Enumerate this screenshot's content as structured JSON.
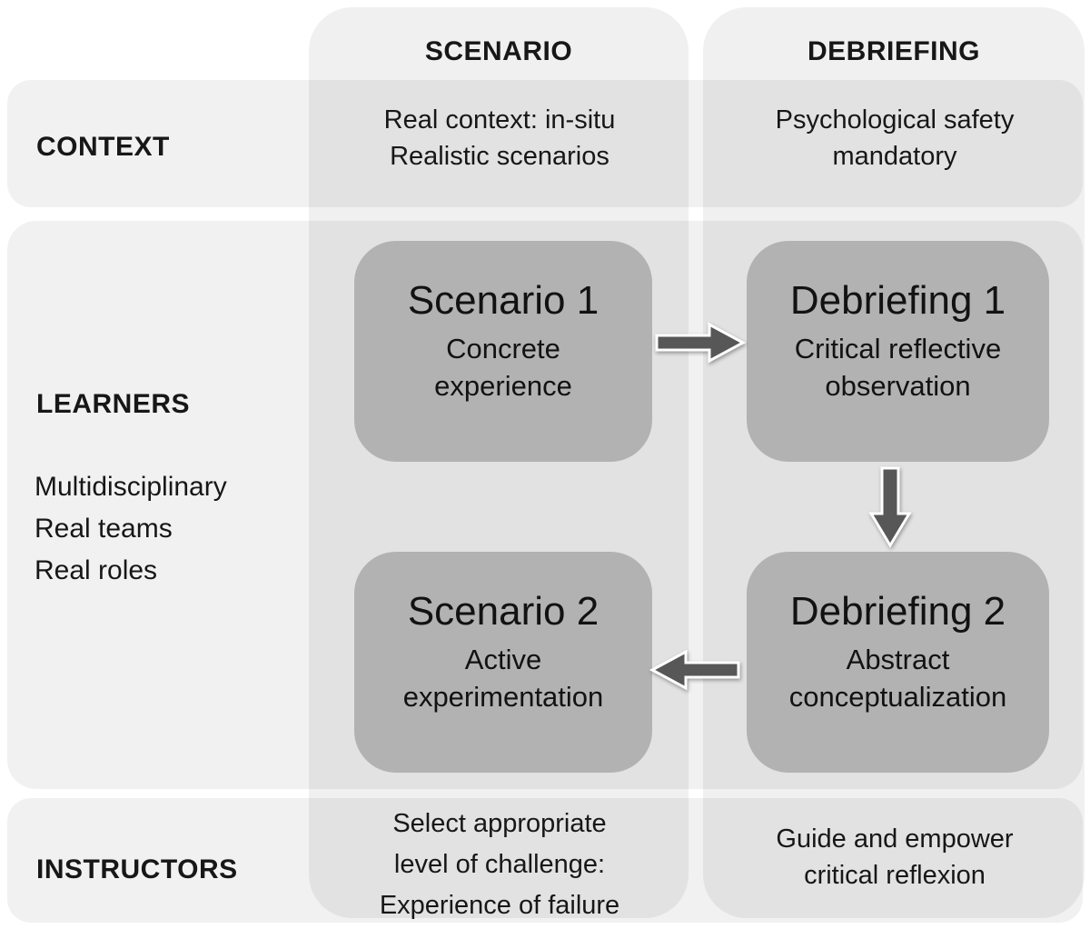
{
  "colors": {
    "background": "#ffffff",
    "row_band": "rgba(0,0,0,0.053)",
    "col_band": "rgba(0,0,0,0.058)",
    "box_fill": "#b2b2b2",
    "arrow_fill": "#575757",
    "text": "#171717"
  },
  "columns": {
    "scenario": {
      "header": "SCENARIO"
    },
    "debriefing": {
      "header": "DEBRIEFING"
    }
  },
  "rows": {
    "context": {
      "label": "CONTEXT",
      "scenario_cell": "Real context: in-situ\nRealistic scenarios",
      "debriefing_cell": "Psychological safety\nmandatory"
    },
    "learners": {
      "label": "LEARNERS",
      "details": "Multidisciplinary\nReal teams\nReal roles"
    },
    "instructors": {
      "label": "INSTRUCTORS",
      "scenario_cell": "Select appropriate\nlevel of challenge:\nExperience of failure",
      "debriefing_cell": "Guide and empower\ncritical reflexion"
    }
  },
  "boxes": {
    "scenario1": {
      "title": "Scenario 1",
      "subtitle": "Concrete\nexperience"
    },
    "debriefing1": {
      "title": "Debriefing 1",
      "subtitle": "Critical reflective\nobservation"
    },
    "debriefing2": {
      "title": "Debriefing 2",
      "subtitle": "Abstract\nconceptualization"
    },
    "scenario2": {
      "title": "Scenario 2",
      "subtitle": "Active\nexperimentation"
    }
  },
  "arrows": {
    "scenario1_to_debriefing1": "right",
    "debriefing1_to_debriefing2": "down",
    "debriefing2_to_scenario2": "left"
  }
}
